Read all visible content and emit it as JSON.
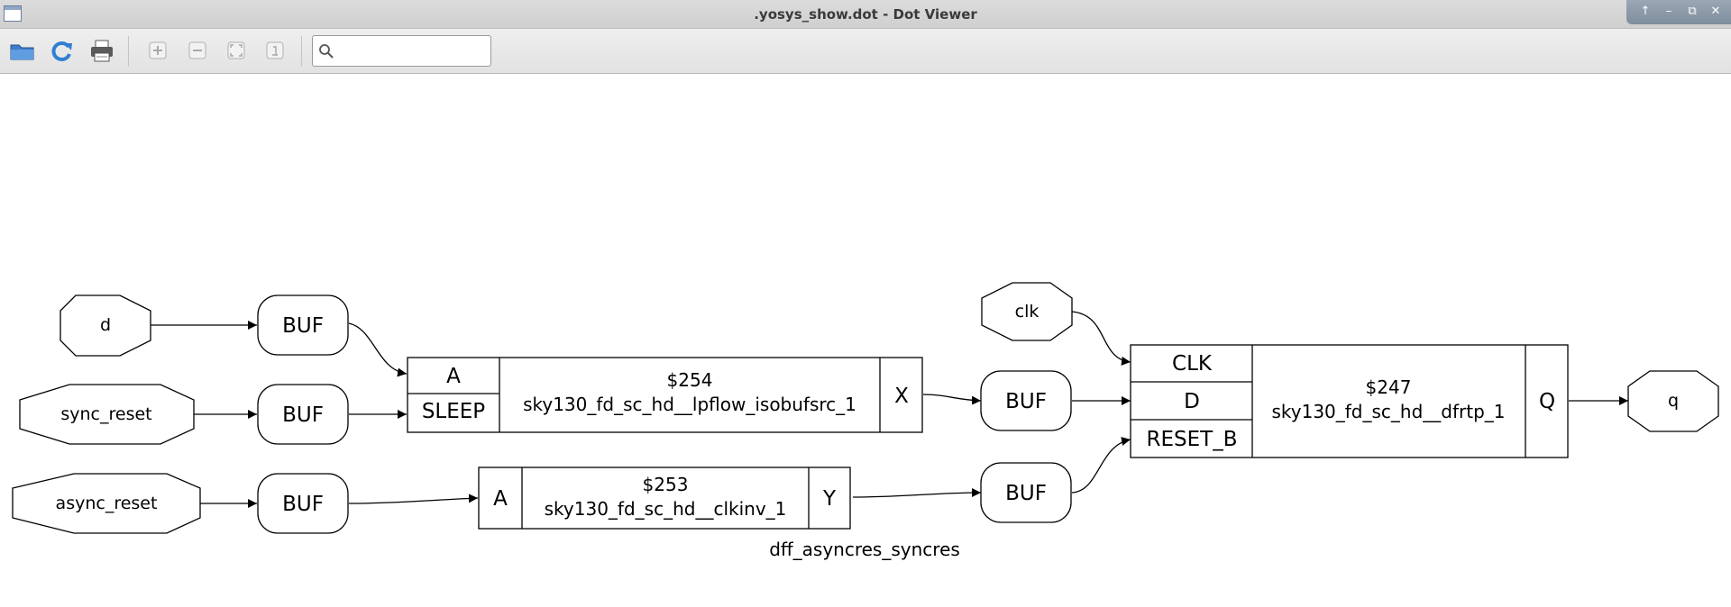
{
  "window": {
    "title": ".yosys_show.dot - Dot Viewer",
    "controls": [
      "up-arrow",
      "minimize",
      "maximize",
      "close"
    ]
  },
  "toolbar": {
    "buttons": [
      "open-folder-icon",
      "reload-icon",
      "print-icon",
      "zoom-in-icon",
      "zoom-out-icon",
      "zoom-fit-icon",
      "zoom-100-icon"
    ],
    "search": {
      "value": "",
      "placeholder": ""
    }
  },
  "graph": {
    "name": "dff_asyncres_syncres",
    "ports": {
      "d": "d",
      "sync_reset": "sync_reset",
      "async_reset": "async_reset",
      "clk": "clk",
      "q": "q"
    },
    "buffers": [
      "BUF",
      "BUF",
      "BUF",
      "BUF",
      "BUF"
    ],
    "cells": {
      "c254": {
        "id": "$254",
        "type": "sky130_fd_sc_hd__lpflow_isobufsrc_1",
        "inputs": [
          "A",
          "SLEEP"
        ],
        "output": "X"
      },
      "c253": {
        "id": "$253",
        "type": "sky130_fd_sc_hd__clkinv_1",
        "inputs": [
          "A"
        ],
        "output": "Y"
      },
      "c247": {
        "id": "$247",
        "type": "sky130_fd_sc_hd__dfrtp_1",
        "inputs": [
          "CLK",
          "D",
          "RESET_B"
        ],
        "output": "Q"
      }
    }
  }
}
